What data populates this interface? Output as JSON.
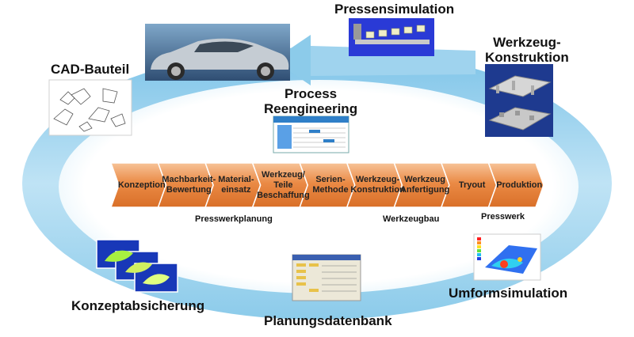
{
  "nodes": {
    "pressensimulation": "Pressensimulation",
    "werkzeug_konstruktion_line1": "Werkzeug-",
    "werkzeug_konstruktion_line2": "Konstruktion",
    "cad_bauteil": "CAD-Bauteil",
    "process_reengineering_line1": "Process",
    "process_reengineering_line2": "Reengineering",
    "konzeptabsicherung": "Konzeptabsicherung",
    "planungsdatenbank": "Planungsdatenbank",
    "umformsimulation": "Umformsimulation"
  },
  "process_chain": [
    "Konzeption",
    "Machbarkeit-\nBewertung",
    "Material-\neinsatz",
    "Werkzeug/\nTeile\nBeschaffung",
    "Serien-\nMethode",
    "Werkzeug-\nKonstruktion",
    "Werkzeug\nAnfertigung",
    "Tryout",
    "Produktion"
  ],
  "phases": {
    "presswerkplanung": "Presswerkplanung",
    "werkzeugbau": "Werkzeugbau",
    "presswerk": "Presswerk"
  },
  "colors": {
    "ring": "#9fd3ee",
    "ring_light": "#e3f3fb",
    "arrow_orange": "#e8803a",
    "arrow_light": "#f6bc8a"
  }
}
